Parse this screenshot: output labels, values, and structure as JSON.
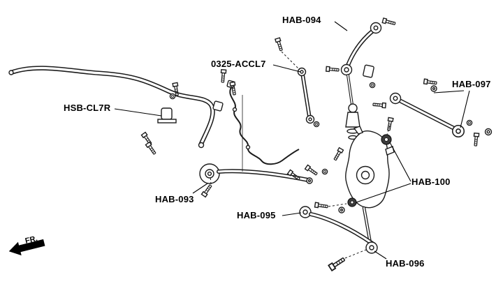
{
  "diagram": {
    "background": "#ffffff",
    "line_color": "#1b1b1b",
    "label_color": "#000000",
    "labels": [
      {
        "id": "hab-094",
        "text": "HAB-094"
      },
      {
        "id": "0325-accl7",
        "text": "0325-ACCL7"
      },
      {
        "id": "hab-097",
        "text": "HAB-097"
      },
      {
        "id": "hsb-cl7r",
        "text": "HSB-CL7R"
      },
      {
        "id": "hab-093",
        "text": "HAB-093"
      },
      {
        "id": "hab-100",
        "text": "HAB-100"
      },
      {
        "id": "hab-095",
        "text": "HAB-095"
      },
      {
        "id": "hab-096",
        "text": "HAB-096"
      }
    ],
    "direction_label": "FR."
  }
}
